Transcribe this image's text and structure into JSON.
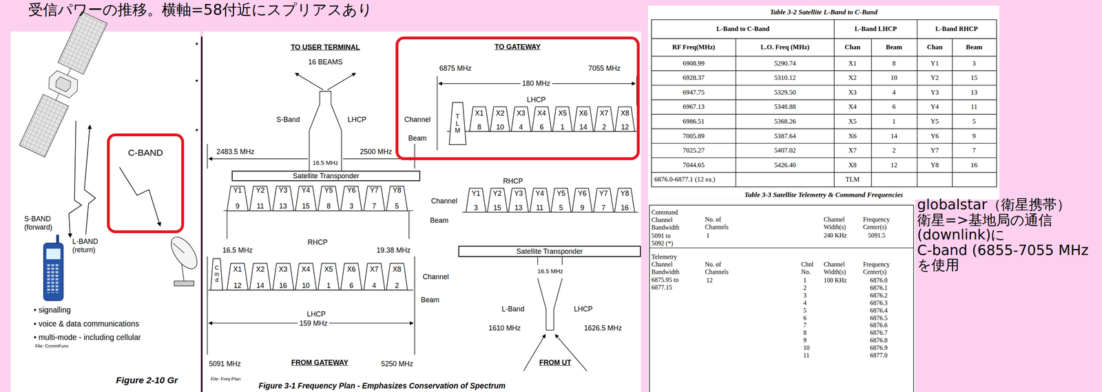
{
  "diagram": {
    "title": "受信パワーの推移。横軸=58付近にスプリアスあり",
    "nodes": [
      {
        "text": [
          "C-BAND"
        ]
      },
      {
        "text": [
          "Satellite Transponder"
        ]
      },
      {
        "text": [
          "Y1",
          "9"
        ]
      },
      {
        "text": [
          "Y2",
          "11"
        ]
      },
      {
        "text": [
          "Y3",
          "13"
        ]
      },
      {
        "text": [
          "Y4",
          "15"
        ]
      },
      {
        "text": [
          "Y5",
          "8"
        ]
      },
      {
        "text": [
          "Y6",
          "3"
        ]
      },
      {
        "text": [
          "Y7",
          "7"
        ]
      },
      {
        "text": [
          "Y8",
          "5"
        ]
      },
      {
        "text": [
          "Cmd"
        ]
      },
      {
        "text": [
          "X1",
          "12"
        ]
      },
      {
        "text": [
          "X2",
          "14"
        ]
      },
      {
        "text": [
          "X3",
          "16"
        ]
      },
      {
        "text": [
          "X4",
          "10"
        ]
      },
      {
        "text": [
          "X5",
          "1"
        ]
      },
      {
        "text": [
          "X6",
          "6"
        ]
      },
      {
        "text": [
          "X7",
          "4"
        ]
      },
      {
        "text": [
          "X8",
          "2"
        ]
      },
      {
        "text": [
          "TO GATEWAY"
        ]
      },
      {
        "text": [
          "TLM"
        ],
        "in": 19
      },
      {
        "text": [
          "X1",
          "8"
        ],
        "in": 19
      },
      {
        "text": [
          "X2",
          "10"
        ],
        "in": 19
      },
      {
        "text": [
          "X3",
          "4"
        ],
        "in": 19
      },
      {
        "text": [
          "X4",
          "6"
        ],
        "in": 19
      },
      {
        "text": [
          "X5",
          "1"
        ],
        "in": 19
      },
      {
        "text": [
          "X6",
          "14"
        ],
        "in": 19
      },
      {
        "text": [
          "X7",
          "2"
        ],
        "in": 19
      },
      {
        "text": [
          "X8",
          "12"
        ],
        "in": 19
      },
      {
        "text": [
          "Y1",
          "3"
        ]
      },
      {
        "text": [
          "Y2",
          "15"
        ]
      },
      {
        "text": [
          "Y3",
          "13"
        ]
      },
      {
        "text": [
          "Y4",
          "11"
        ]
      },
      {
        "text": [
          "Y5",
          "5"
        ]
      },
      {
        "text": [
          "Y6",
          "9"
        ]
      },
      {
        "text": [
          "Y7",
          "7"
        ]
      },
      {
        "text": [
          "Y8",
          "16"
        ]
      },
      {
        "text": [
          "Satellite Transponder"
        ]
      }
    ],
    "labels": [
      "•",
      "•",
      "•",
      "S-BAND (forward)",
      "L-BAND (return)",
      "• signalling",
      "• voice & data communications",
      "• multi-mode - including cellular",
      "File: CommFunc",
      "Figure 2-10 Gr",
      "TO USER TERMINAL",
      "16 BEAMS",
      "S-Band",
      "LHCP",
      "16.5 MHz",
      "2483.5 MHz",
      "2500 MHz",
      "RHCP",
      "16.5 MHz",
      "19.38 MHz",
      "LHCP",
      "159 MHz",
      "5091 MHz",
      "5250 MHz",
      "File: Freq Plan",
      "FROM GATEWAY",
      "Figure 3-1 Frequency Plan - Emphasizes Conservation of Spectrum",
      "6875 MHz",
      "7055 MHz",
      "180 MHz",
      "LHCP",
      "Channel",
      "Beam",
      "Channel",
      "Beam",
      "RHCP",
      "Channel",
      "Beam",
      "16.5 MHz",
      "L-Band",
      "LHCP",
      "1610 MHz",
      "1626.5 MHz",
      "FROM UT",
      "Table 3-2 Satellite L-Band to C-Band",
      "L-Band to C-Band",
      "L-Band LHCP",
      "L-Band RHCP",
      "RF Freq(MHz)",
      "L.O. Freq (MHz)",
      "Chan",
      "Beam",
      "Chan",
      "Beam",
      "6908.99",
      "5290.74",
      "X1",
      "8",
      "Y1",
      "3",
      "6928.37",
      "5310.12",
      "X2",
      "10",
      "Y2",
      "15",
      "6947.75",
      "5329.50",
      "X3",
      "4",
      "Y3",
      "13",
      "6967.13",
      "5348.88",
      "X4",
      "6",
      "Y4",
      "11",
      "6986.51",
      "5368.26",
      "X5",
      "1",
      "Y5",
      "5",
      "7005.89",
      "5387.64",
      "X6",
      "14",
      "Y6",
      "9",
      "7025.27",
      "5407.02",
      "X7",
      "2",
      "Y7",
      "7",
      "7044.65",
      "5426.40",
      "X8",
      "12",
      "Y8",
      "16",
      "6876.0-6877.1 (12 ea.)",
      "TLM",
      "Table 3-3 Satellite Telemetry & Command Frequencies",
      "Command Channel Bandwidth",
      "5091 to 5092 (*)",
      "No. of Channels",
      "1",
      "Channel Width(s)",
      "240 KHz",
      "Frequency Center(s)",
      "5091.5",
      "Telemetry Channel Bandwidth",
      "6875.95 to 6877.15",
      "No. of Channels",
      "12",
      "Chnl No.",
      "1",
      "2",
      "3",
      "4",
      "5",
      "6",
      "7",
      "8",
      "9",
      "10",
      "11",
      "Channel Width(s)",
      "100 KHz",
      "Frequency Center(s)",
      "6876.0",
      "6876.1",
      "6876.2",
      "6876.3",
      "6876.4",
      "6876.5",
      "6876.6",
      "6876.7",
      "6876.8",
      "6876.9",
      "6877.0",
      "globalstar（衛星携帯）",
      "衛星=>基地局の通信",
      "(downlink)に",
      "C-band (6855-7055 MHz",
      "を使用"
    ]
  }
}
